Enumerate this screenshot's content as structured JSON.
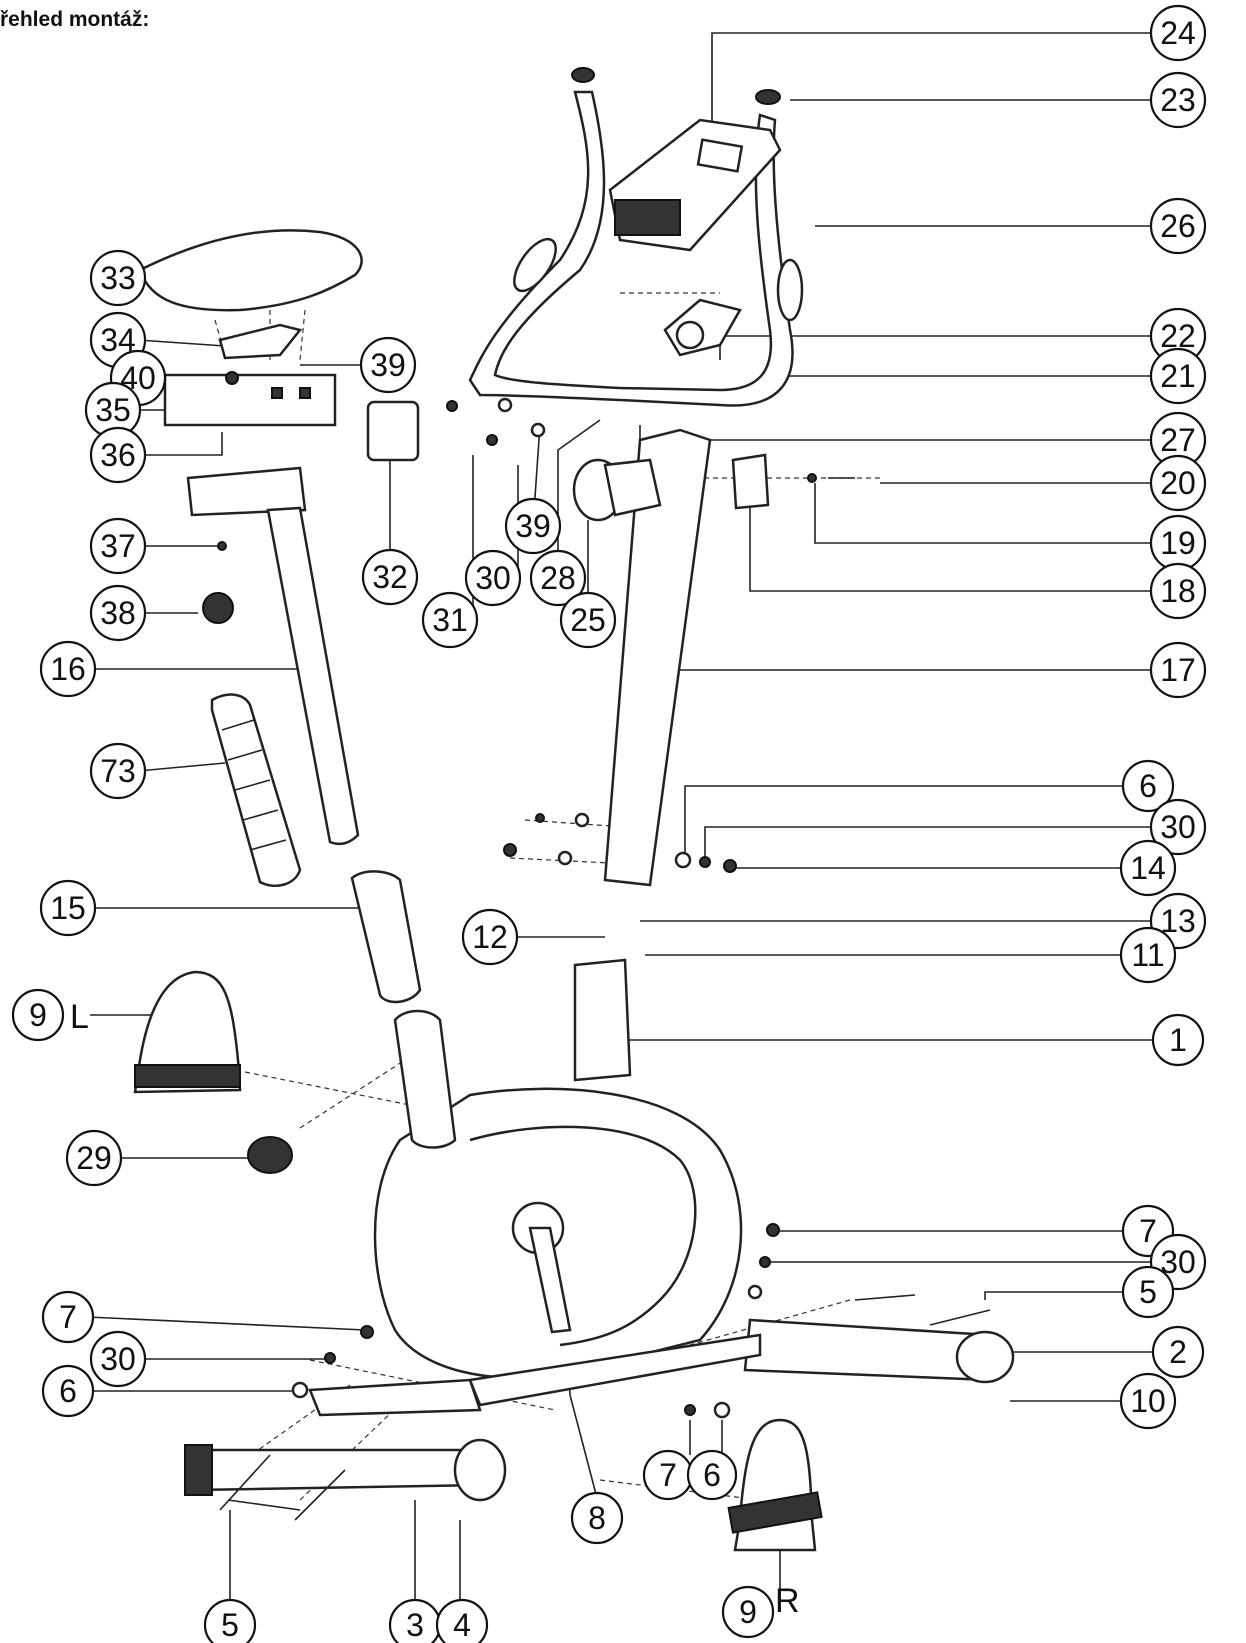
{
  "title": "řehled montáž:",
  "callouts": [
    {
      "id": "c24",
      "label": "24"
    },
    {
      "id": "c23",
      "label": "23"
    },
    {
      "id": "c26",
      "label": "26"
    },
    {
      "id": "c22",
      "label": "22"
    },
    {
      "id": "c21",
      "label": "21"
    },
    {
      "id": "c27",
      "label": "27"
    },
    {
      "id": "c20",
      "label": "20"
    },
    {
      "id": "c19",
      "label": "19"
    },
    {
      "id": "c18",
      "label": "18"
    },
    {
      "id": "c17",
      "label": "17"
    },
    {
      "id": "c6a",
      "label": "6"
    },
    {
      "id": "c30a",
      "label": "30"
    },
    {
      "id": "c14",
      "label": "14"
    },
    {
      "id": "c13",
      "label": "13"
    },
    {
      "id": "c11",
      "label": "11"
    },
    {
      "id": "c1",
      "label": "1"
    },
    {
      "id": "c7a",
      "label": "7"
    },
    {
      "id": "c30b",
      "label": "30"
    },
    {
      "id": "c5a",
      "label": "5"
    },
    {
      "id": "c2",
      "label": "2"
    },
    {
      "id": "c10",
      "label": "10"
    },
    {
      "id": "c33",
      "label": "33"
    },
    {
      "id": "c34",
      "label": "34"
    },
    {
      "id": "c40",
      "label": "40"
    },
    {
      "id": "c39a",
      "label": "39"
    },
    {
      "id": "c35",
      "label": "35"
    },
    {
      "id": "c36",
      "label": "36"
    },
    {
      "id": "c37",
      "label": "37"
    },
    {
      "id": "c38",
      "label": "38"
    },
    {
      "id": "c16",
      "label": "16"
    },
    {
      "id": "c73",
      "label": "73"
    },
    {
      "id": "c15",
      "label": "15"
    },
    {
      "id": "c9L",
      "label": "9"
    },
    {
      "id": "c29",
      "label": "29"
    },
    {
      "id": "c7b",
      "label": "7"
    },
    {
      "id": "c30c",
      "label": "30"
    },
    {
      "id": "c6b",
      "label": "6"
    },
    {
      "id": "c32",
      "label": "32"
    },
    {
      "id": "c31",
      "label": "31"
    },
    {
      "id": "c30d",
      "label": "30"
    },
    {
      "id": "c39b",
      "label": "39"
    },
    {
      "id": "c28",
      "label": "28"
    },
    {
      "id": "c25",
      "label": "25"
    },
    {
      "id": "c12",
      "label": "12"
    },
    {
      "id": "c8",
      "label": "8"
    },
    {
      "id": "c7c",
      "label": "7"
    },
    {
      "id": "c6c",
      "label": "6"
    },
    {
      "id": "c5b",
      "label": "5"
    },
    {
      "id": "c3",
      "label": "3"
    },
    {
      "id": "c4",
      "label": "4"
    },
    {
      "id": "c9R",
      "label": "9"
    }
  ],
  "side_labels": {
    "left": "L",
    "right": "R"
  }
}
